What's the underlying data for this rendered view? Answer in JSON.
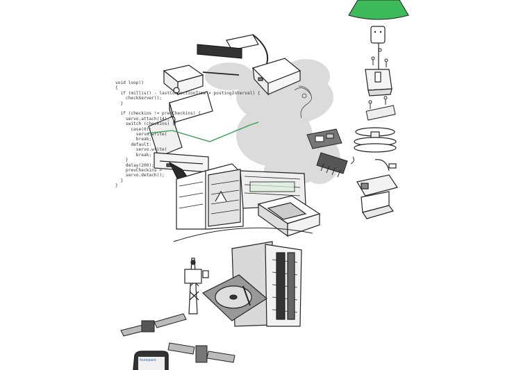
{
  "code": {
    "lines": [
      "void loop()",
      "{",
      "  if (millis() - lastConnectionTime > postingInterval) {",
      "    checkServer();",
      "  }",
      "",
      "  if (checkins != prevCheckins) {",
      "    servo.attach(14);",
      "    switch (checkins) {",
      "      case(0):",
      "        servo.write(",
      "        break;",
      "      default:",
      "        servo.write(",
      "        break;",
      "    }",
      "    delay(200);",
      "    prevCheckins = ",
      "    servo.detach();",
      "  }",
      "}"
    ]
  },
  "colors": {
    "lampshade": "#3dbb5a",
    "wire": "#2e9e4a",
    "ink": "#222222",
    "wash": "#c8c8c8"
  },
  "phone_screen": {
    "label": "foursquare"
  }
}
